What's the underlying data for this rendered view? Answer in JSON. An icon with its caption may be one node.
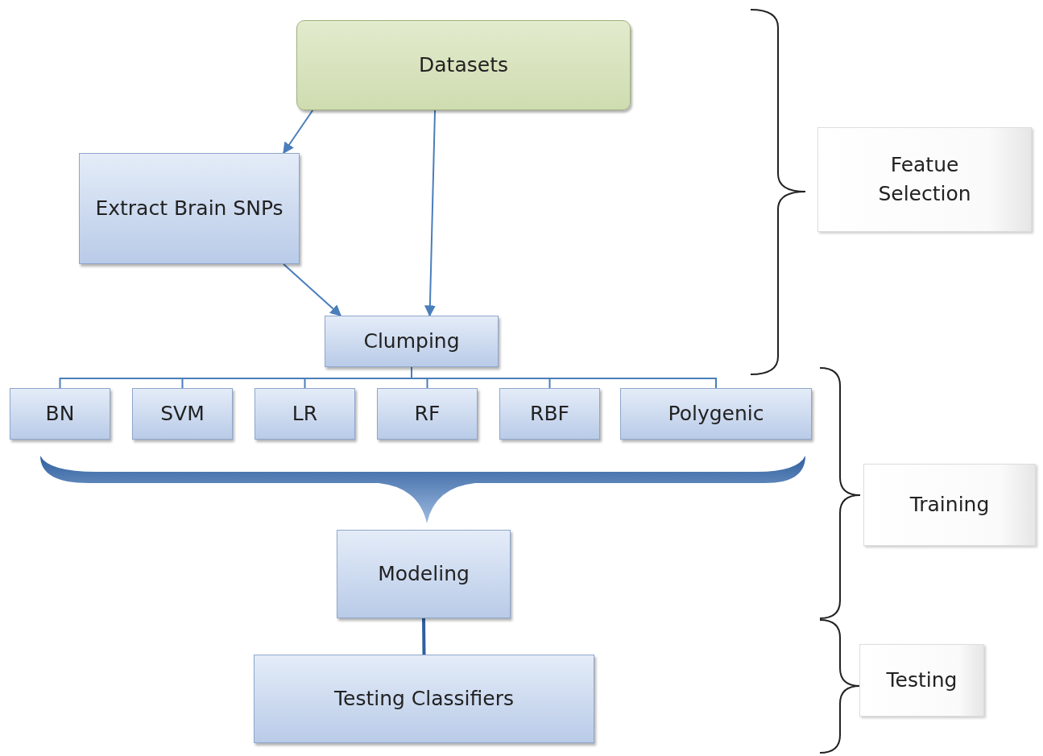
{
  "diagram": {
    "nodes": [
      {
        "text": [
          "Datasets"
        ]
      },
      {
        "text": [
          "Extract Brain SNPs"
        ]
      },
      {
        "text": [
          "Clumping"
        ]
      },
      {
        "text": [
          "BN"
        ]
      },
      {
        "text": [
          "SVM"
        ]
      },
      {
        "text": [
          "LR"
        ]
      },
      {
        "text": [
          "RF"
        ]
      },
      {
        "text": [
          "RBF"
        ]
      },
      {
        "text": [
          "Polygenic"
        ]
      },
      {
        "text": [
          "Modeling"
        ]
      },
      {
        "text": [
          "Testing Classifiers"
        ]
      },
      {
        "text": [
          "Featue Selection"
        ]
      },
      {
        "text": [
          "Training"
        ]
      },
      {
        "text": [
          "Testing"
        ]
      }
    ],
    "edges": [
      {
        "from": 0,
        "to": 1,
        "arrow": "to"
      },
      {
        "from": 0,
        "to": 2,
        "arrow": "to"
      },
      {
        "from": 1,
        "to": 2,
        "arrow": "to"
      },
      {
        "from": 2,
        "to": 3,
        "arrow": "none"
      },
      {
        "from": 2,
        "to": 4,
        "arrow": "none"
      },
      {
        "from": 2,
        "to": 5,
        "arrow": "none"
      },
      {
        "from": 2,
        "to": 6,
        "arrow": "none"
      },
      {
        "from": 2,
        "to": 7,
        "arrow": "none"
      },
      {
        "from": 2,
        "to": 8,
        "arrow": "none"
      },
      {
        "from": 9,
        "to": 10,
        "arrow": "none",
        "style": "thick"
      }
    ]
  }
}
